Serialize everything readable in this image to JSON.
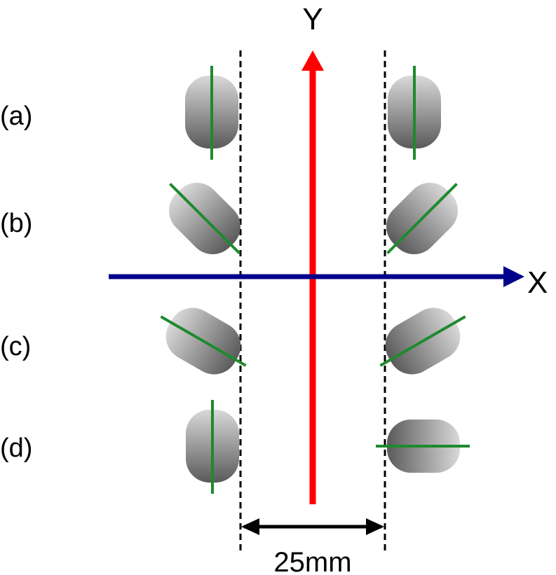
{
  "axes": {
    "x_label": "X",
    "y_label": "Y",
    "x_color": "#00008B",
    "y_color": "#FF0000"
  },
  "rows": [
    {
      "label": "(a)",
      "left_angle_deg": 0,
      "right_angle_deg": 0,
      "left_line_angle_deg": 90,
      "right_line_angle_deg": 90
    },
    {
      "label": "(b)",
      "left_angle_deg": 45,
      "right_angle_deg": -45,
      "left_line_angle_deg": 135,
      "right_line_angle_deg": 45
    },
    {
      "label": "(c)",
      "left_angle_deg": 60,
      "right_angle_deg": -60,
      "left_line_angle_deg": 150,
      "right_line_angle_deg": 30
    },
    {
      "label": "(d)",
      "left_angle_deg": 0,
      "right_angle_deg": 90,
      "left_line_angle_deg": 90,
      "right_line_angle_deg": 0
    }
  ],
  "dimension": {
    "label": "25mm"
  },
  "colors": {
    "pad_light": "#d9d9d9",
    "pad_dark": "#5a5a5a",
    "pad_line": "#1e8a2e",
    "dashed": "#000000"
  }
}
